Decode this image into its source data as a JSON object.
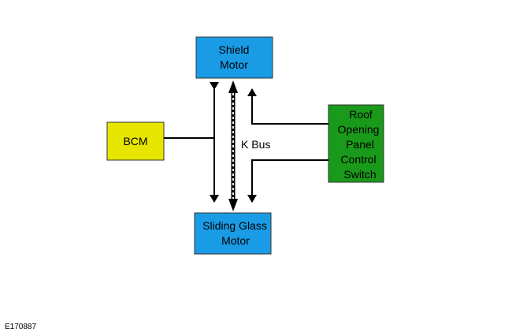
{
  "colors": {
    "motor_fill": "#1a9be6",
    "bcm_fill": "#e6e600",
    "switch_fill": "#1a9a1a",
    "line": "#000000"
  },
  "blocks": {
    "shield_motor": {
      "line1": "Shield",
      "line2": "Motor"
    },
    "sliding_glass_motor": {
      "line1": "Sliding Glass",
      "line2": "Motor"
    },
    "bcm": {
      "label": "BCM"
    },
    "switch": {
      "line1": "Roof",
      "line2": "Opening",
      "line3": "Panel",
      "line4": "Control",
      "line5": "Switch"
    }
  },
  "bus_label": "K Bus",
  "figure_ref": "E170887"
}
